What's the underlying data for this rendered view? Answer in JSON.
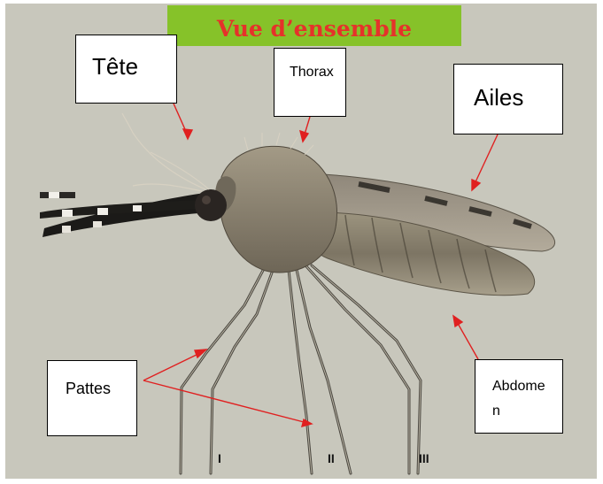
{
  "title": "Vue d’ensemble",
  "labels": {
    "tete": "Tête",
    "thorax": "Thorax",
    "ailes": "Ailes",
    "pattes": "Pattes",
    "abdomen": "Abdomen"
  },
  "leg_numbers": [
    "I",
    "II",
    "III"
  ],
  "colors": {
    "background": "#c8c7bc",
    "title_bar": "#86c229",
    "title_text": "#e5322a",
    "arrows": "#e02020",
    "label_border": "#000000"
  }
}
